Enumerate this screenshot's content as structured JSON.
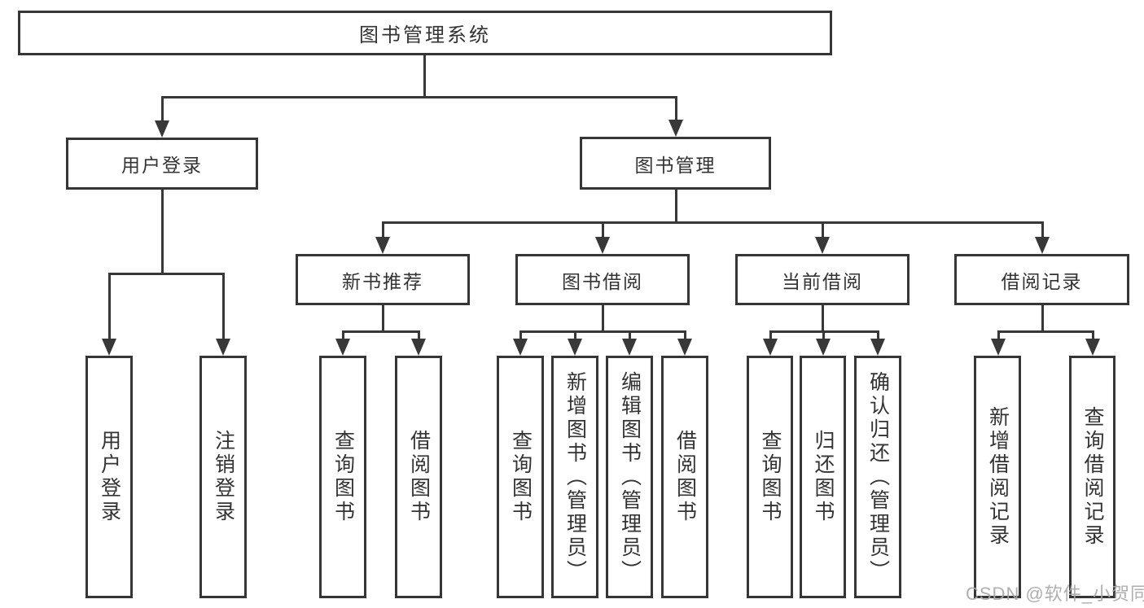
{
  "diagram": {
    "root": {
      "label": "图书管理系统"
    },
    "level2": [
      {
        "label": "用户登录"
      },
      {
        "label": "图书管理"
      }
    ],
    "level3": [
      {
        "label": "新书推荐"
      },
      {
        "label": "图书借阅"
      },
      {
        "label": "当前借阅"
      },
      {
        "label": "借阅记录"
      }
    ],
    "leaves": {
      "user": [
        "用户登录",
        "注销登录"
      ],
      "new_books": [
        "查询图书",
        "借阅图书"
      ],
      "borrow": [
        "查询图书",
        "新增图书（管理员）",
        "编辑图书（管理员）",
        "借阅图书"
      ],
      "current": [
        "查询图书",
        "归还图书",
        "确认归还（管理员）"
      ],
      "records": [
        "新增借阅记录",
        "查询借阅记录"
      ]
    }
  },
  "watermark": {
    "text": "CSDN @软件_小贺同学"
  },
  "colors": {
    "line": "#383838",
    "text": "#333333",
    "background": "#ffffff",
    "watermark": "#a8a8a8"
  }
}
